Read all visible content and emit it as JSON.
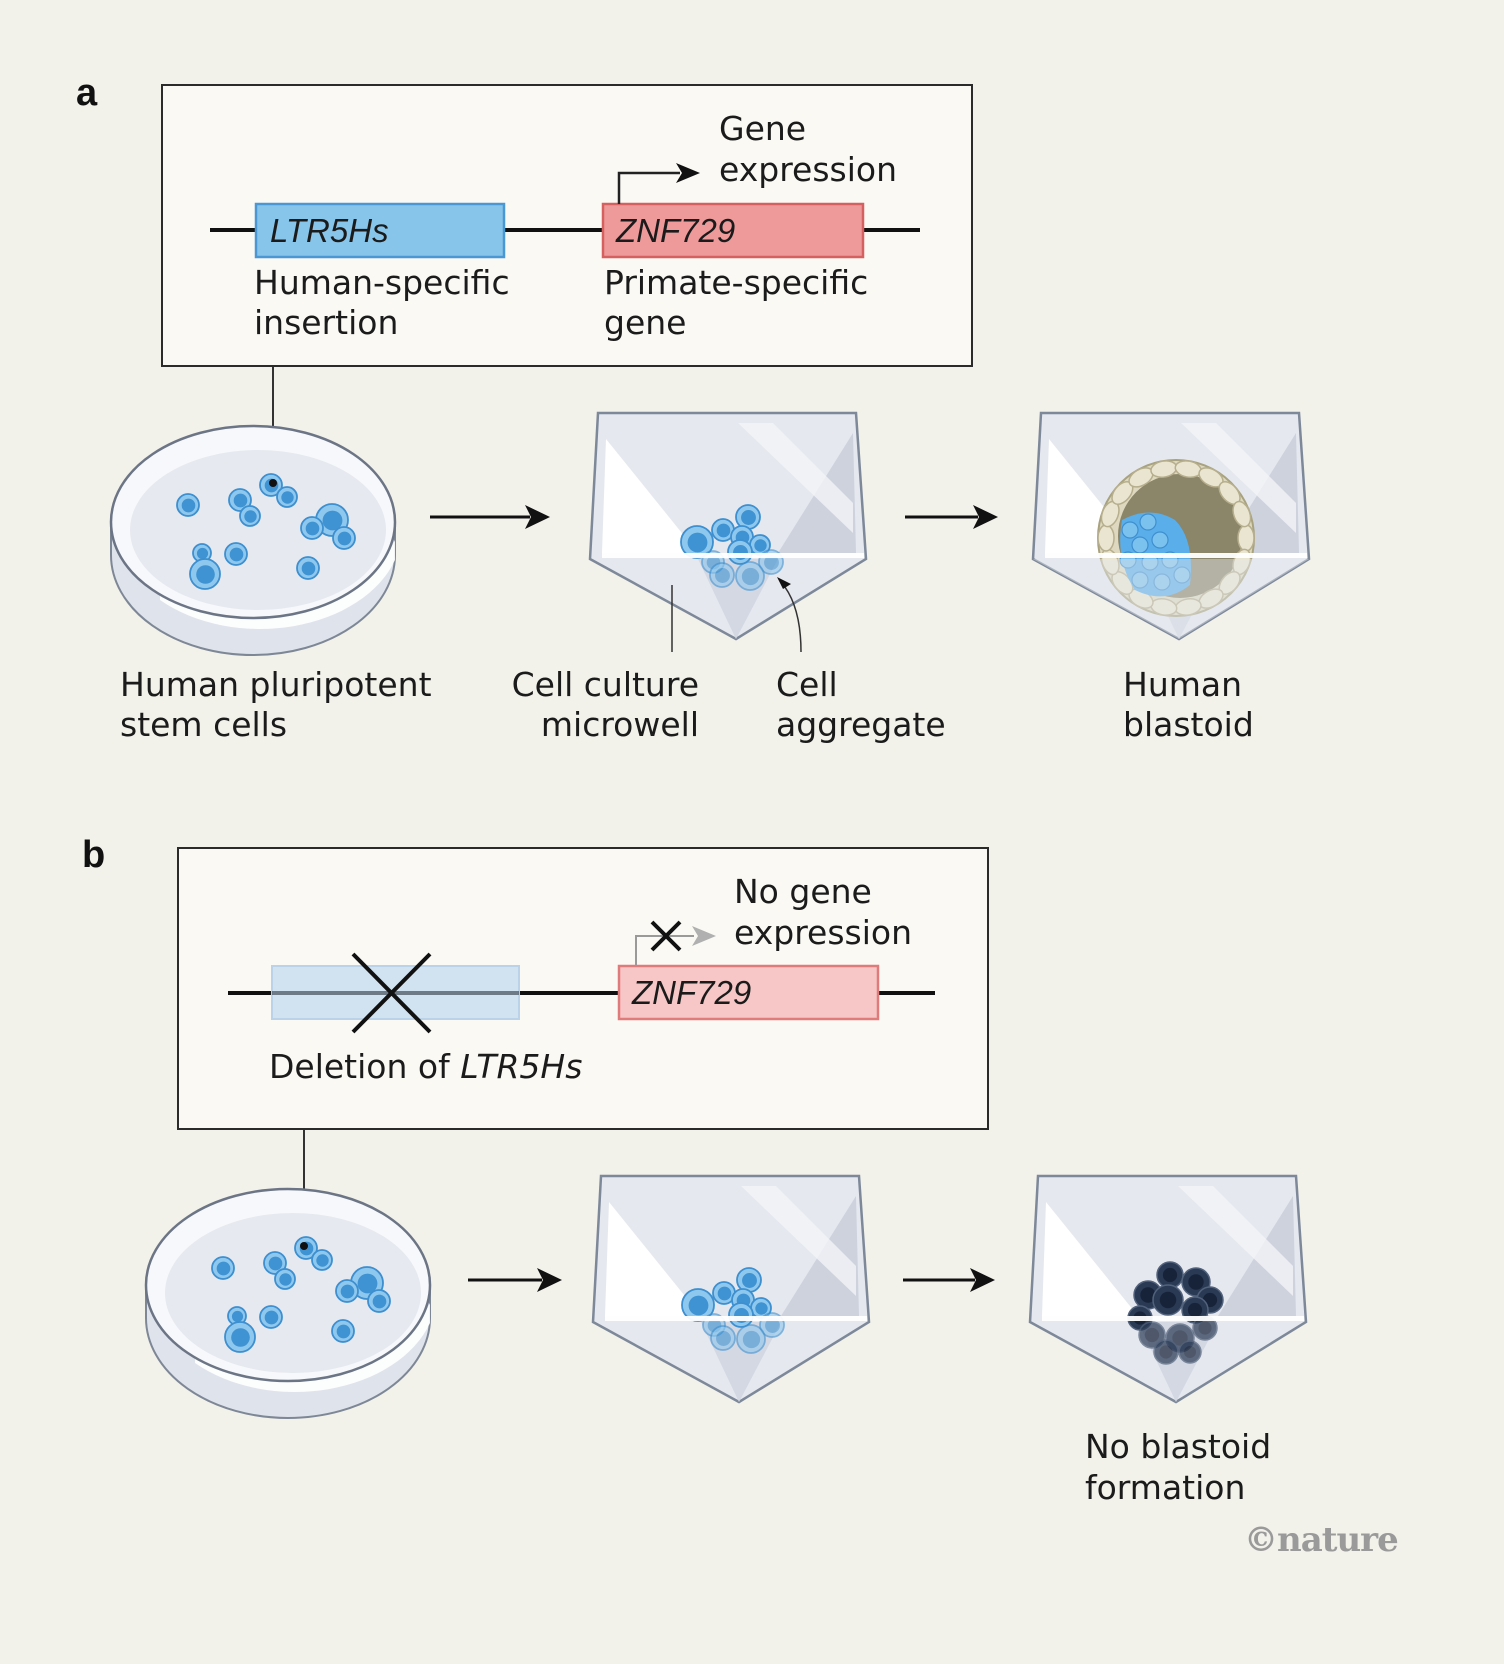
{
  "colors": {
    "background": "#f2f1ea",
    "box_fill": "#faf9f4",
    "ltr_box": "#87c5ea",
    "ltr_box_deleted": "#cfe2f1",
    "znf_box": "#ee9a9a",
    "znf_box_light": "#f7c6c6",
    "cell_blue": "#4a9fd8",
    "cell_dark": "#1e2d46",
    "blastoid_tan": "#8b8569"
  },
  "panel_a": {
    "letter": "a",
    "gene_diagram": {
      "ltr_label": "LTR5Hs",
      "ltr_caption_line1": "Human-specific",
      "ltr_caption_line2": "insertion",
      "gene_label": "ZNF729",
      "gene_caption_line1": "Primate-specific",
      "gene_caption_line2": "gene",
      "expression_line1": "Gene",
      "expression_line2": "expression"
    },
    "steps": [
      {
        "line1": "Human pluripotent",
        "line2": "stem cells"
      },
      {
        "line1": "Cell culture",
        "line2": "microwell"
      },
      {
        "line1": "Cell",
        "line2": "aggregate"
      },
      {
        "line1": "Human",
        "line2": "blastoid"
      }
    ]
  },
  "panel_b": {
    "letter": "b",
    "gene_diagram": {
      "deletion_prefix": "Deletion of ",
      "deletion_gene": "LTR5Hs",
      "gene_label": "ZNF729",
      "expression_line1": "No gene",
      "expression_line2": "expression"
    },
    "result": {
      "line1": "No blastoid",
      "line2": "formation"
    }
  },
  "credit": "©nature"
}
